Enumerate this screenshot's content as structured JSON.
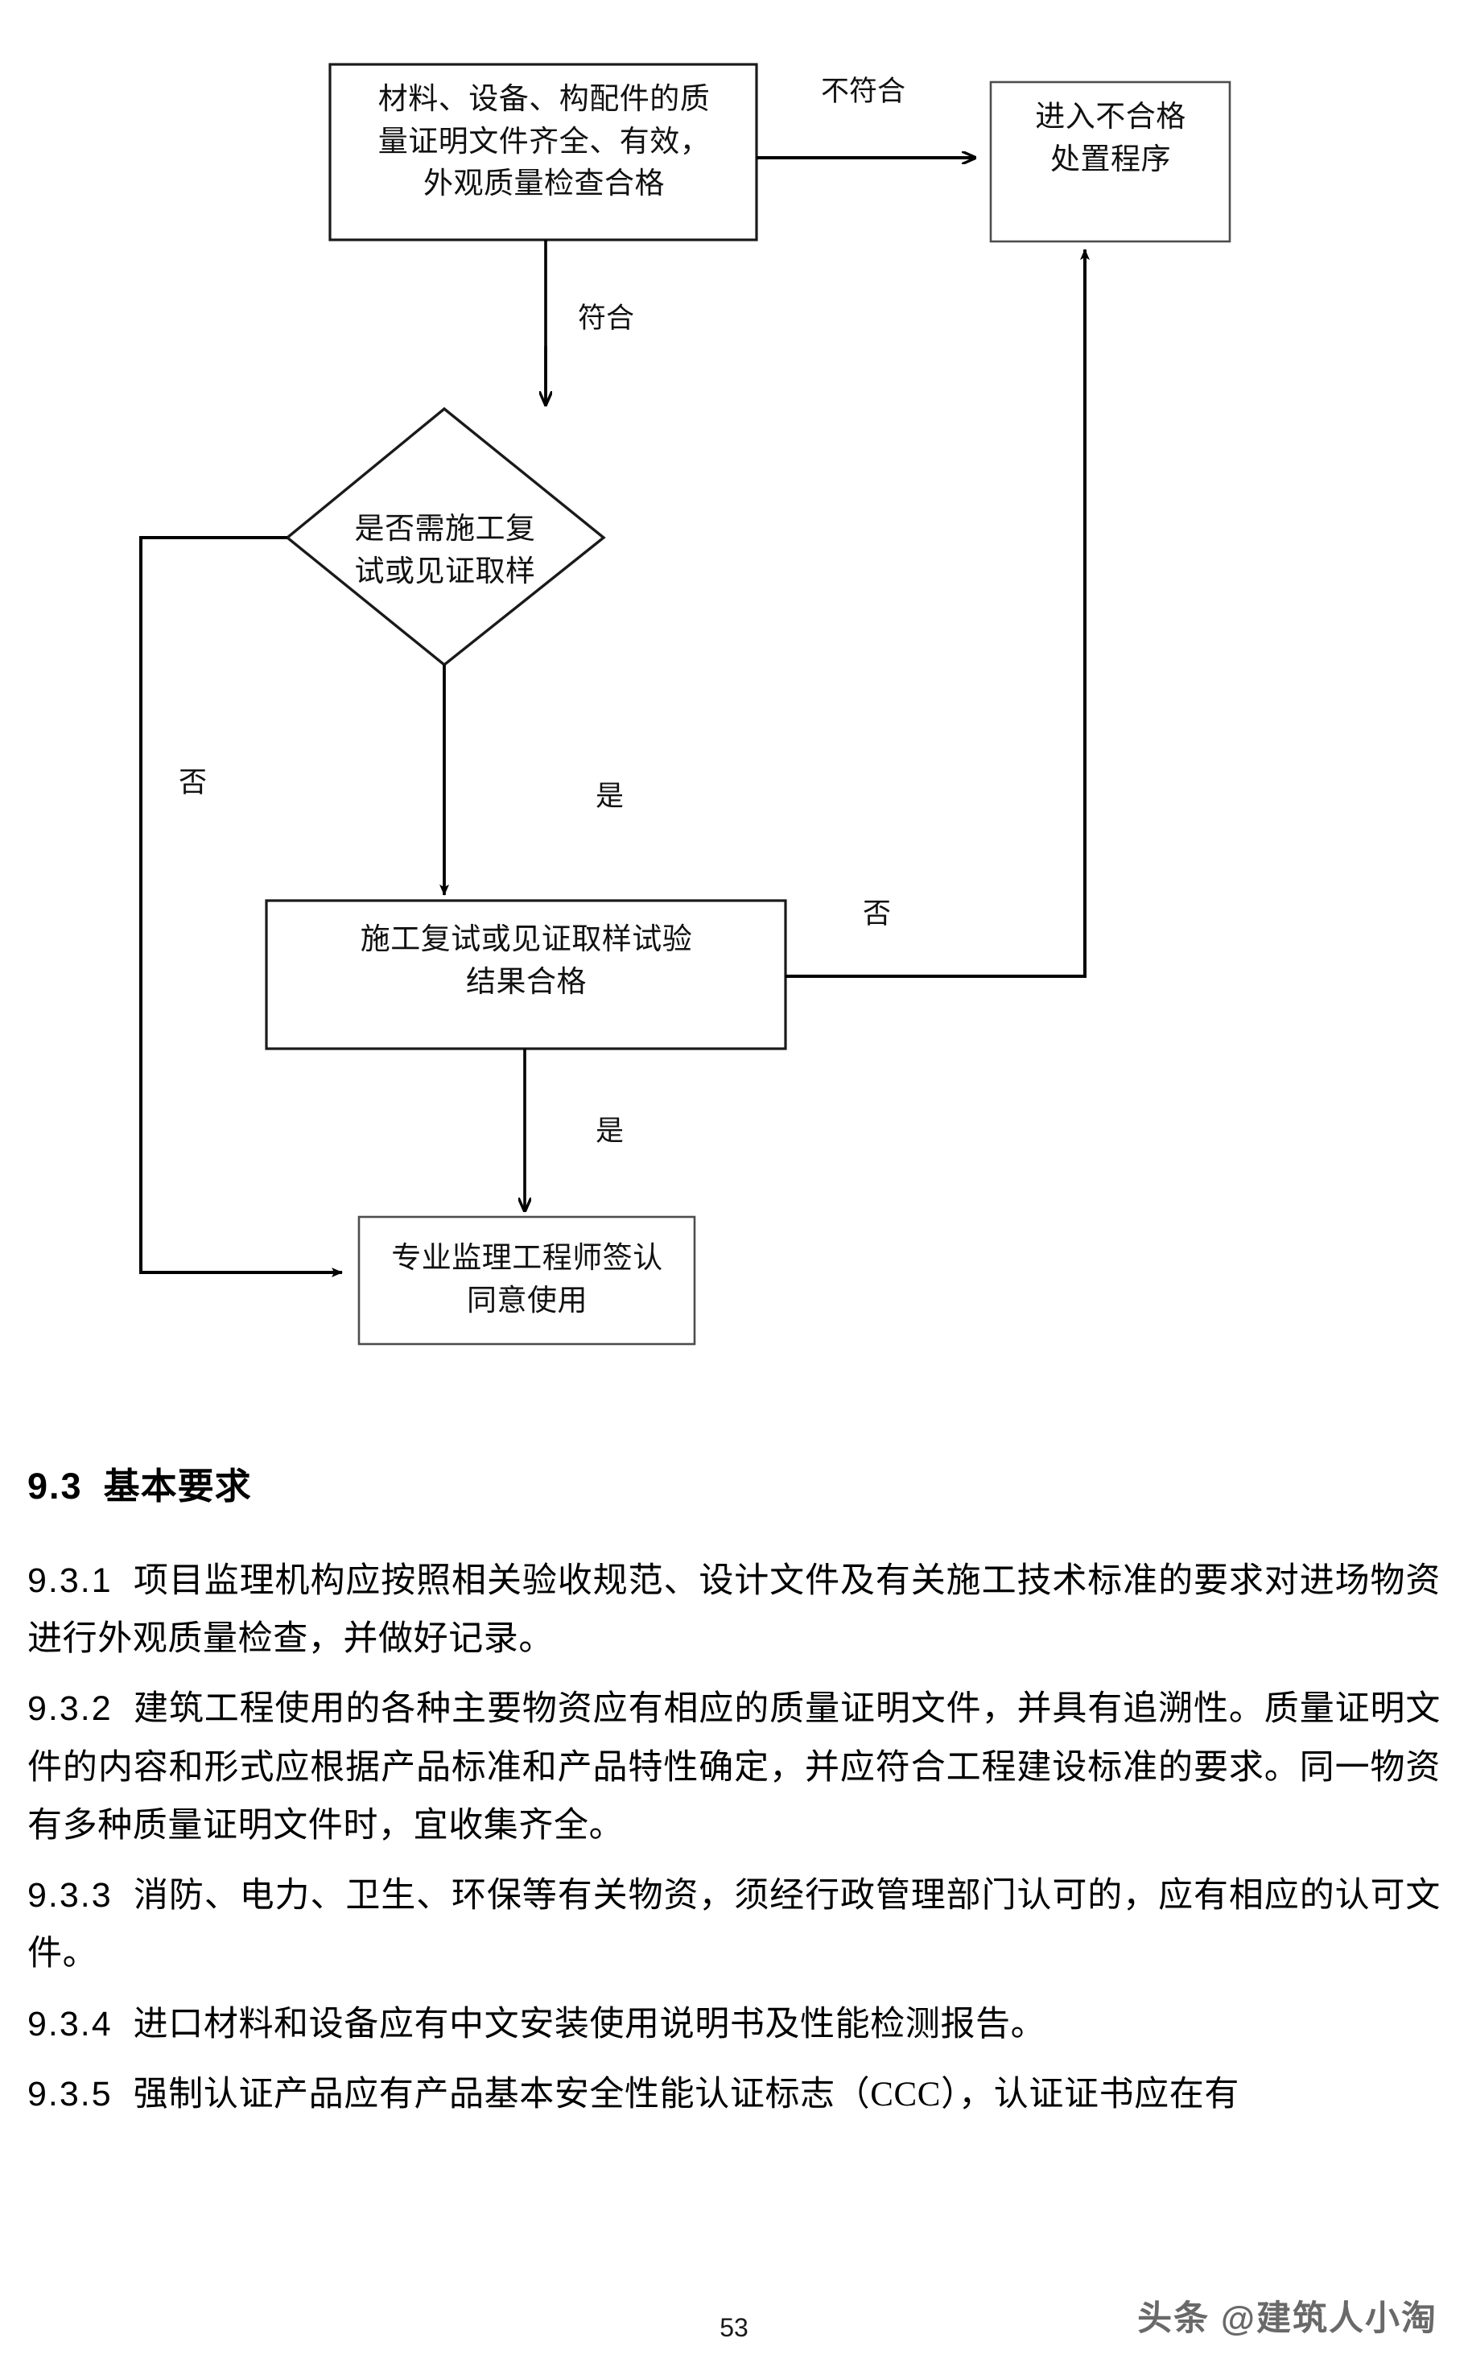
{
  "diagram": {
    "type": "flowchart",
    "nodes": [
      {
        "id": "check",
        "shape": "rectangle",
        "text": "材料、设备、构配件的质\n量证明文件齐全、有效，\n外观质量检查合格"
      },
      {
        "id": "nonconforming",
        "shape": "rectangle",
        "text": "进入不合格\n处置程序"
      },
      {
        "id": "decision",
        "shape": "diamond",
        "text": "是否需施工复\n试或见证取样"
      },
      {
        "id": "retest",
        "shape": "rectangle",
        "text": "施工复试或见证取样试验\n结果合格"
      },
      {
        "id": "approve",
        "shape": "rectangle",
        "text": "专业监理工程师签认\n同意使用"
      }
    ],
    "edge_labels": {
      "not_conform": "不符合",
      "conform": "符合",
      "decision_no": "否",
      "decision_yes": "是",
      "retest_no": "否",
      "retest_yes": "是"
    }
  },
  "section": {
    "heading": {
      "number": "9.3",
      "title": "基本要求"
    },
    "paragraphs": [
      {
        "number": "9.3.1",
        "text": "项目监理机构应按照相关验收规范、设计文件及有关施工技术标准的要求对进场物资进行外观质量检查，并做好记录。"
      },
      {
        "number": "9.3.2",
        "text": "建筑工程使用的各种主要物资应有相应的质量证明文件，并具有追溯性。质量证明文件的内容和形式应根据产品标准和产品特性确定，并应符合工程建设标准的要求。同一物资有多种质量证明文件时，宜收集齐全。"
      },
      {
        "number": "9.3.3",
        "text": "消防、电力、卫生、环保等有关物资，须经行政管理部门认可的，应有相应的认可文件。"
      },
      {
        "number": "9.3.4",
        "text": "进口材料和设备应有中文安装使用说明书及性能检测报告。"
      },
      {
        "number": "9.3.5",
        "text": "强制认证产品应有产品基本安全性能认证标志（CCC），认证证书应在有"
      }
    ]
  },
  "footer": {
    "page_number": "53",
    "watermark": "头条 @建筑人小淘"
  },
  "colors": {
    "ink": "#000000",
    "paper": "#ffffff",
    "watermark": "#4f4f4f"
  }
}
